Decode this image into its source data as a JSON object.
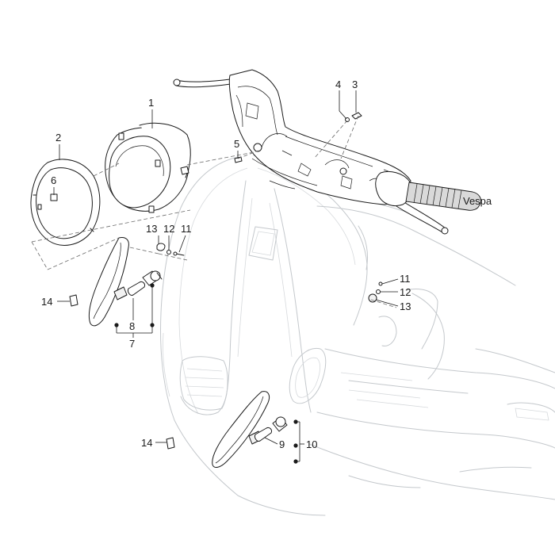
{
  "diagram": {
    "labels": {
      "l1": "1",
      "l2": "2",
      "l3": "3",
      "l4": "4",
      "l5": "5",
      "l6": "6",
      "l7": "7",
      "l8": "8",
      "l9": "9",
      "l10": "10",
      "l11a": "11",
      "l12a": "12",
      "l13a": "13",
      "l11b": "11",
      "l12b": "12",
      "l13b": "13",
      "l14a": "14",
      "l14b": "14"
    },
    "grip_text": "Vespa"
  }
}
